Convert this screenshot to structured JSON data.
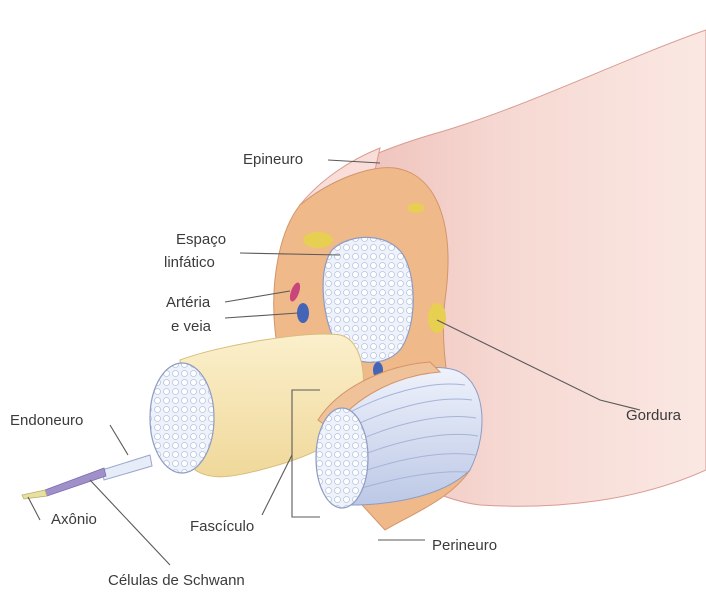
{
  "labels": {
    "epineuro": "Epineuro",
    "espaco_line1": "Espaço",
    "espaco_line2": "linfático",
    "arteria_line1": "Artéria",
    "arteria_line2": "e veia",
    "gordura": "Gordura",
    "endoneuro": "Endoneuro",
    "axonio": "Axônio",
    "fasciculo": "Fascículo",
    "perineuro": "Perineuro",
    "celulas": "Células de Schwann"
  },
  "colors": {
    "epineurium": "#f4cfc9",
    "epineurium_shade": "#e9b5ad",
    "cross_section": "#efb98a",
    "fascicle": "#f7e7b4",
    "fiber": "#dbe3f3",
    "fat": "#e7cf52",
    "artery": "#c9467b",
    "vein": "#4464b8"
  }
}
